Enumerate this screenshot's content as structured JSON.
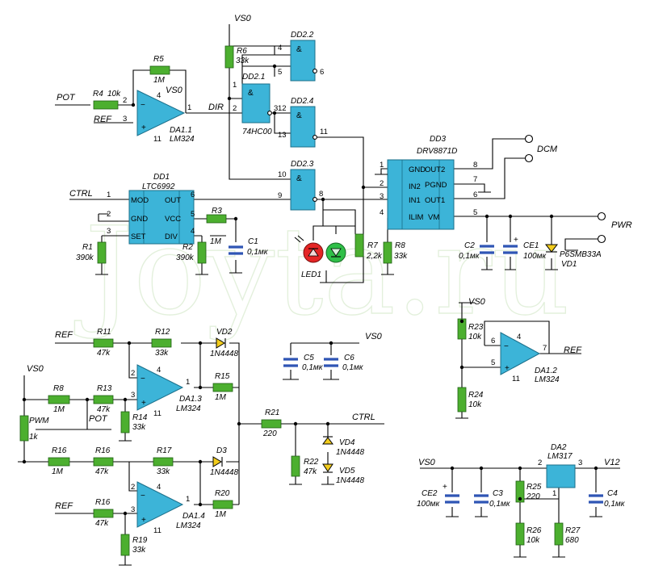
{
  "watermark": "Joyta.ru",
  "nets": {
    "vs0": "VS0",
    "pot": "POT",
    "ref": "REF",
    "dir": "DIR",
    "ctrl": "CTRL",
    "dcm": "DCM",
    "pwr": "PWR",
    "pwm": "PWM",
    "v12": "V12"
  },
  "chips": {
    "dd1": {
      "ref": "DD1",
      "part": "LTC6992",
      "pins": [
        "MOD",
        "GND",
        "SET",
        "OUT",
        "VCC",
        "DIV"
      ]
    },
    "dd3": {
      "ref": "DD3",
      "part": "DRV8871D",
      "pins": [
        "GND",
        "IN2",
        "IN1",
        "ILIM",
        "OUT2",
        "PGND",
        "OUT1",
        "VM"
      ]
    },
    "da2": {
      "ref": "DA2",
      "part": "LM317"
    },
    "dd21": {
      "ref": "DD2.1",
      "part": "74HC00"
    },
    "dd22": {
      "ref": "DD2.2"
    },
    "dd23": {
      "ref": "DD2.3"
    },
    "dd24": {
      "ref": "DD2.4"
    },
    "da11": {
      "ref": "DA1.1",
      "part": "LM324"
    },
    "da12": {
      "ref": "DA1.2",
      "part": "LM324"
    },
    "da13": {
      "ref": "DA1.3",
      "part": "LM324"
    },
    "da14": {
      "ref": "DA1.4",
      "part": "LM324"
    }
  },
  "gate_symbol": "&",
  "resistors": {
    "r1": {
      "ref": "R1",
      "value": "390k"
    },
    "r2": {
      "ref": "R2",
      "value": "390k"
    },
    "r3": {
      "ref": "R3",
      "value": "1M"
    },
    "r4": {
      "ref": "R4",
      "value": "10k"
    },
    "r5": {
      "ref": "R5",
      "value": "1M"
    },
    "r6": {
      "ref": "R6",
      "value": "33k"
    },
    "r7": {
      "ref": "R7",
      "value": "2,2k"
    },
    "r8a": {
      "ref": "R8",
      "value": "33k"
    },
    "r8b": {
      "ref": "R8",
      "value": "1M"
    },
    "r11": {
      "ref": "R11",
      "value": "47k"
    },
    "r12": {
      "ref": "R12",
      "value": "33k"
    },
    "r13": {
      "ref": "R13",
      "value": "47k"
    },
    "r14": {
      "ref": "R14",
      "value": "33k"
    },
    "r15": {
      "ref": "R15",
      "value": "1M"
    },
    "r16a": {
      "ref": "R16",
      "value": "1M"
    },
    "r16b": {
      "ref": "R16",
      "value": "47k"
    },
    "r16c": {
      "ref": "R16",
      "value": "47k"
    },
    "r17": {
      "ref": "R17",
      "value": "33k"
    },
    "r19": {
      "ref": "R19",
      "value": "33k"
    },
    "r20": {
      "ref": "R20",
      "value": "1M"
    },
    "r21": {
      "ref": "R21",
      "value": "220"
    },
    "r22": {
      "ref": "R22",
      "value": "47k"
    },
    "r23": {
      "ref": "R23",
      "value": "10k"
    },
    "r24": {
      "ref": "R24",
      "value": "10k"
    },
    "r25": {
      "ref": "R25",
      "value": "220"
    },
    "r26": {
      "ref": "R26",
      "value": "10k"
    },
    "r27": {
      "ref": "R27",
      "value": "680"
    },
    "pwm": {
      "ref": "PWM",
      "value": "1k"
    }
  },
  "capacitors": {
    "c1": {
      "ref": "C1",
      "value": "0,1мк"
    },
    "c2": {
      "ref": "C2",
      "value": "0,1мк"
    },
    "c3": {
      "ref": "C3",
      "value": "0,1мк"
    },
    "c4": {
      "ref": "C4",
      "value": "0,1мк"
    },
    "c5": {
      "ref": "C5",
      "value": "0,1мк"
    },
    "c6": {
      "ref": "C6",
      "value": "0,1мк"
    },
    "ce1": {
      "ref": "CE1",
      "value": "100мк"
    },
    "ce2": {
      "ref": "CE2",
      "value": "100мк"
    }
  },
  "diodes": {
    "vd1": {
      "ref": "VD1",
      "value": "P6SMB33A"
    },
    "vd2": {
      "ref": "VD2",
      "value": "1N4448"
    },
    "d3": {
      "ref": "D3",
      "value": "1N4448"
    },
    "vd4": {
      "ref": "VD4",
      "value": "1N4448"
    },
    "vd5": {
      "ref": "VD5",
      "value": "1N4448"
    },
    "led1": {
      "ref": "LED1"
    }
  },
  "pin_numbers": {
    "da11": [
      "2",
      "3",
      "1",
      "4",
      "11"
    ],
    "dd21": [
      "1",
      "2",
      "3"
    ],
    "dd22": [
      "4",
      "5",
      "6"
    ],
    "dd24": [
      "12",
      "13",
      "11"
    ],
    "dd23": [
      "10",
      "9",
      "8"
    ],
    "dd1": [
      "1",
      "2",
      "3",
      "6",
      "5",
      "4"
    ],
    "dd3": [
      "1",
      "2",
      "3",
      "4",
      "8",
      "7",
      "6",
      "5"
    ],
    "da12": [
      "6",
      "5",
      "7",
      "4",
      "11"
    ],
    "da13": [
      "2",
      "3",
      "1",
      "4",
      "11"
    ],
    "da14": [
      "2",
      "3",
      "1",
      "4",
      "11"
    ],
    "da2": [
      "2",
      "3",
      "1"
    ]
  }
}
